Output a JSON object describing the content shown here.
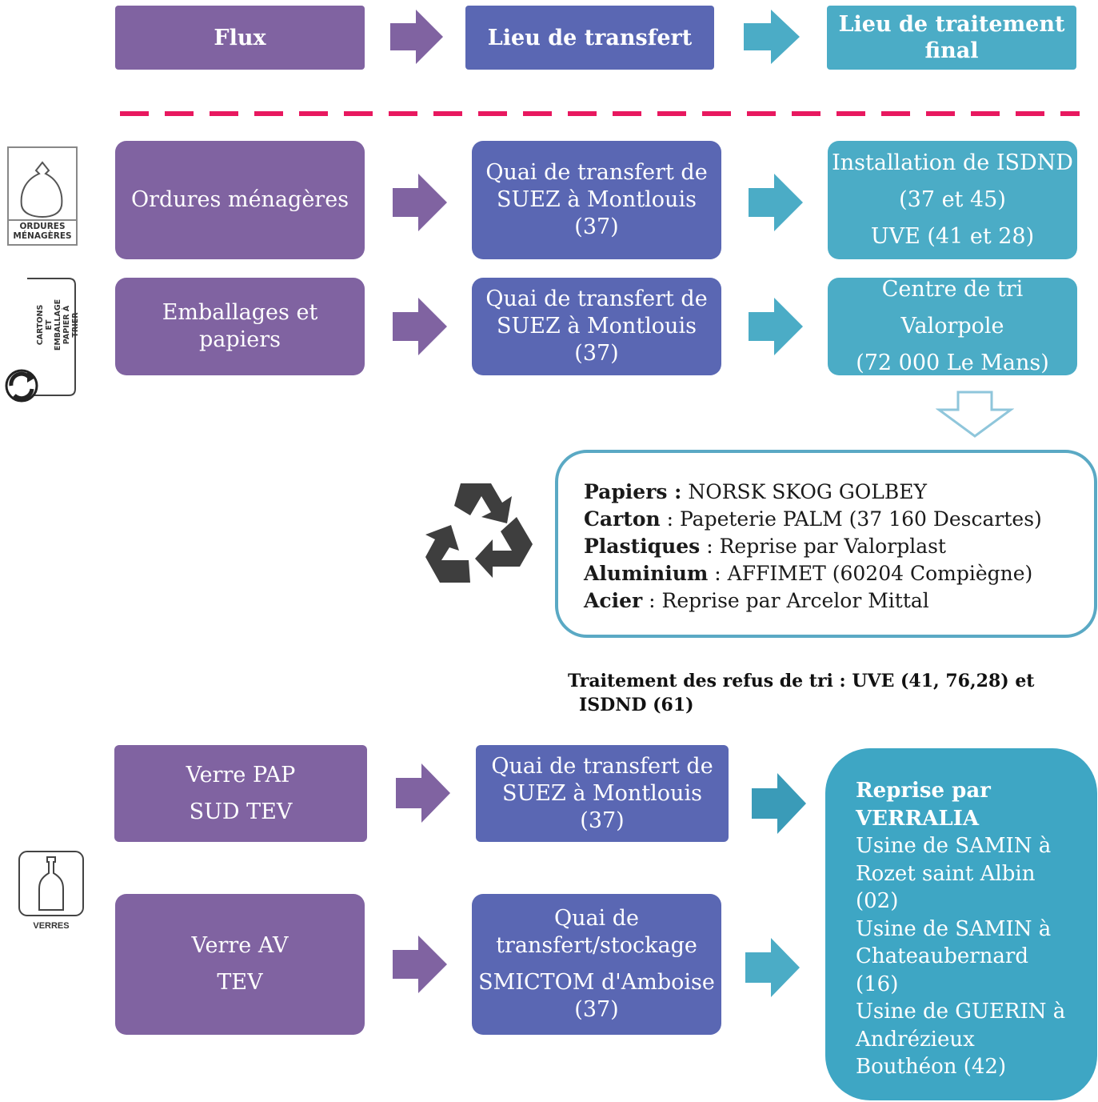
{
  "header": {
    "flux": "Flux",
    "transfert": "Lieu de transfert",
    "traitement_line1": "Lieu de traitement",
    "traitement_line2": "final"
  },
  "icons": {
    "ordures_line1": "ORDURES",
    "ordures_line2": "MÉNAGÈRES",
    "cartons_line1": "CARTONS",
    "cartons_line2": "ET EMBALLAGE",
    "cartons_line3": "PAPIER À TRIER",
    "verres": "VERRES"
  },
  "rows": {
    "om": {
      "flux": "Ordures ménagères",
      "transfert": [
        "Quai de transfert de",
        "SUEZ à Montlouis",
        "(37)"
      ],
      "final": [
        "Installation de ISDND",
        "(37 et 45)",
        "UVE (41 et 28)"
      ]
    },
    "emb": {
      "flux": [
        "Emballages et",
        "papiers"
      ],
      "transfert": [
        "Quai de transfert de",
        "SUEZ à Montlouis",
        "(37)"
      ],
      "final": [
        "Centre de tri",
        "Valorpole",
        "(72 000 Le Mans)"
      ]
    },
    "verre_pap": {
      "flux": [
        "Verre PAP",
        "SUD TEV"
      ],
      "transfert": [
        "Quai de transfert de",
        "SUEZ à Montlouis",
        "(37)"
      ]
    },
    "verre_av": {
      "flux": [
        "Verre AV",
        "TEV"
      ],
      "transfert": [
        "Quai de",
        "transfert/stockage",
        "SMICTOM d'Amboise",
        "(37)"
      ]
    }
  },
  "reprise": [
    {
      "label": "Papiers :",
      "value": " NORSK SKOG GOLBEY"
    },
    {
      "label": "Carton",
      "value": " : Papeterie PALM (37 160 Descartes)"
    },
    {
      "label": "Plastiques",
      "value": " : Reprise par Valorplast"
    },
    {
      "label": "Aluminium",
      "value": " : AFFIMET (60204 Compiègne)"
    },
    {
      "label": "Acier",
      "value": " : Reprise par Arcelor Mittal"
    }
  ],
  "refus": {
    "line1": "Traitement des refus de tri : UVE (41, 76,28) et",
    "line2": "ISDND (61)"
  },
  "verralia": {
    "title_line1": "Reprise par",
    "title_line2": "VERRALIA",
    "lines": [
      "Usine de SAMIN à",
      "Rozet saint Albin",
      "(02)",
      "Usine de SAMIN à",
      "Chateaubernard",
      "(16)",
      "Usine de GUERIN à",
      "Andrézieux",
      "Bouthéon (42)"
    ]
  },
  "colors": {
    "purple": "#8063a1",
    "blue": "#5a67b3",
    "teal": "#4bacc6",
    "dashed_line": "#e8185f"
  }
}
